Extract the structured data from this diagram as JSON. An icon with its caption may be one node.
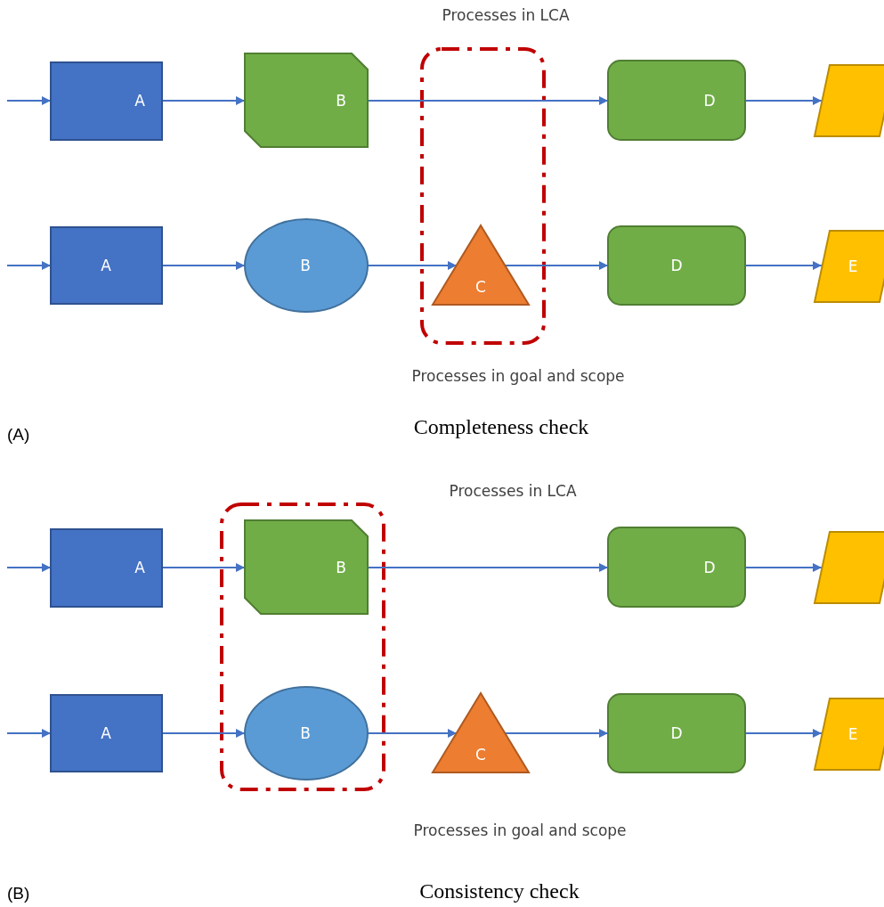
{
  "diagram": {
    "nodes": [
      {
        "text": [
          "A"
        ]
      },
      {
        "text": [
          "B"
        ]
      },
      {
        "text": [
          "D"
        ]
      },
      {
        "text": [],
        "shape": "parallelogram"
      },
      {
        "text": [
          "A"
        ]
      },
      {
        "text": [
          "B"
        ]
      },
      {
        "text": [
          "C"
        ]
      },
      {
        "text": [
          "D"
        ]
      },
      {
        "text": [
          "E"
        ]
      },
      {
        "text": [
          "A"
        ]
      },
      {
        "text": [
          "B"
        ]
      },
      {
        "text": [
          "D"
        ]
      },
      {
        "text": [],
        "shape": "parallelogram"
      },
      {
        "text": [
          "A"
        ]
      },
      {
        "text": [
          "B"
        ]
      },
      {
        "text": [
          "C"
        ]
      },
      {
        "text": [
          "D"
        ]
      },
      {
        "text": [
          "E"
        ]
      }
    ],
    "edges": [
      {
        "from": null,
        "to": 0,
        "arrow": "to"
      },
      {
        "from": 0,
        "to": 1,
        "arrow": "to"
      },
      {
        "from": 1,
        "to": 2,
        "arrow": "to"
      },
      {
        "from": 2,
        "to": 3,
        "arrow": "to"
      },
      {
        "from": null,
        "to": 4,
        "arrow": "to"
      },
      {
        "from": 4,
        "to": 5,
        "arrow": "to"
      },
      {
        "from": 5,
        "to": 6,
        "arrow": "to"
      },
      {
        "from": 6,
        "to": 7,
        "arrow": "to"
      },
      {
        "from": 7,
        "to": 8,
        "arrow": "to"
      },
      {
        "from": null,
        "to": 9,
        "arrow": "to"
      },
      {
        "from": 9,
        "to": 10,
        "arrow": "to"
      },
      {
        "from": 10,
        "to": 11,
        "arrow": "to"
      },
      {
        "from": 11,
        "to": 12,
        "arrow": "to"
      },
      {
        "from": null,
        "to": 13,
        "arrow": "to"
      },
      {
        "from": 13,
        "to": 14,
        "arrow": "to"
      },
      {
        "from": 14,
        "to": 15,
        "arrow": "to"
      },
      {
        "from": 15,
        "to": 16,
        "arrow": "to"
      },
      {
        "from": 16,
        "to": 17,
        "arrow": "to"
      }
    ],
    "labels": [
      "Processes in LCA",
      "Processes in goal and scope",
      "(A)",
      "Completeness check",
      "Processes in LCA",
      "Processes in goal and scope",
      "(B)",
      "Consistency check"
    ]
  }
}
